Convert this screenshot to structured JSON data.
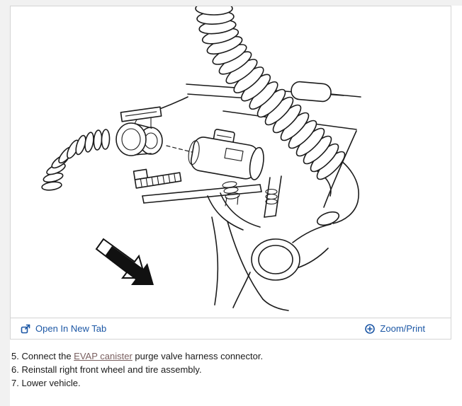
{
  "figure": {
    "toolbar": {
      "open_in_new_tab_label": "Open In New Tab",
      "zoom_print_label": "Zoom/Print"
    },
    "icons": {
      "open_in_new_tab": "open-in-new-tab-icon",
      "zoom_print": "circle-plus-icon"
    }
  },
  "steps": {
    "step5": {
      "prefix": "5. Connect the ",
      "link": "EVAP canister",
      "suffix": " purge valve harness connector."
    },
    "step6": "6. Reinstall right front wheel and tire assembly.",
    "step7": "7. Lower vehicle."
  },
  "colors": {
    "toolbar_link_blue": "#1c57a5",
    "inline_link": "#7a6060",
    "border_gray": "#d4d4d4",
    "page_margin_gray": "#f1f1f1",
    "line_art": "#1c1c1c"
  }
}
